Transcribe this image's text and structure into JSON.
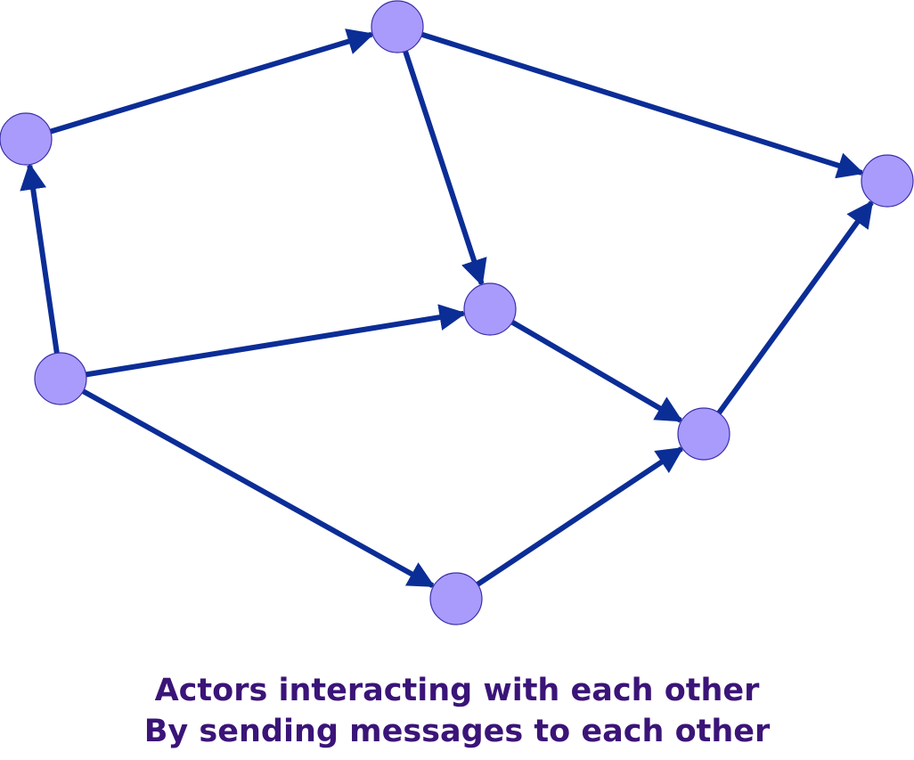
{
  "colors": {
    "node_fill": "#a99bfb",
    "node_stroke": "#3a2fa8",
    "edge": "#0b2d96",
    "caption": "#3b1478"
  },
  "diagram": {
    "nodes": [
      {
        "id": "n1"
      },
      {
        "id": "n2"
      },
      {
        "id": "n3"
      },
      {
        "id": "n4"
      },
      {
        "id": "n5"
      },
      {
        "id": "n6"
      },
      {
        "id": "n7"
      }
    ],
    "edges": [
      {
        "from": "n1",
        "to": "n2"
      },
      {
        "from": "n4",
        "to": "n1"
      },
      {
        "from": "n2",
        "to": "n5"
      },
      {
        "from": "n2",
        "to": "n3"
      },
      {
        "from": "n4",
        "to": "n5"
      },
      {
        "from": "n4",
        "to": "n7"
      },
      {
        "from": "n5",
        "to": "n6"
      },
      {
        "from": "n7",
        "to": "n6"
      },
      {
        "from": "n6",
        "to": "n3"
      }
    ]
  },
  "caption": {
    "line1": "Actors interacting with each other",
    "line2": "By sending messages to each other"
  }
}
